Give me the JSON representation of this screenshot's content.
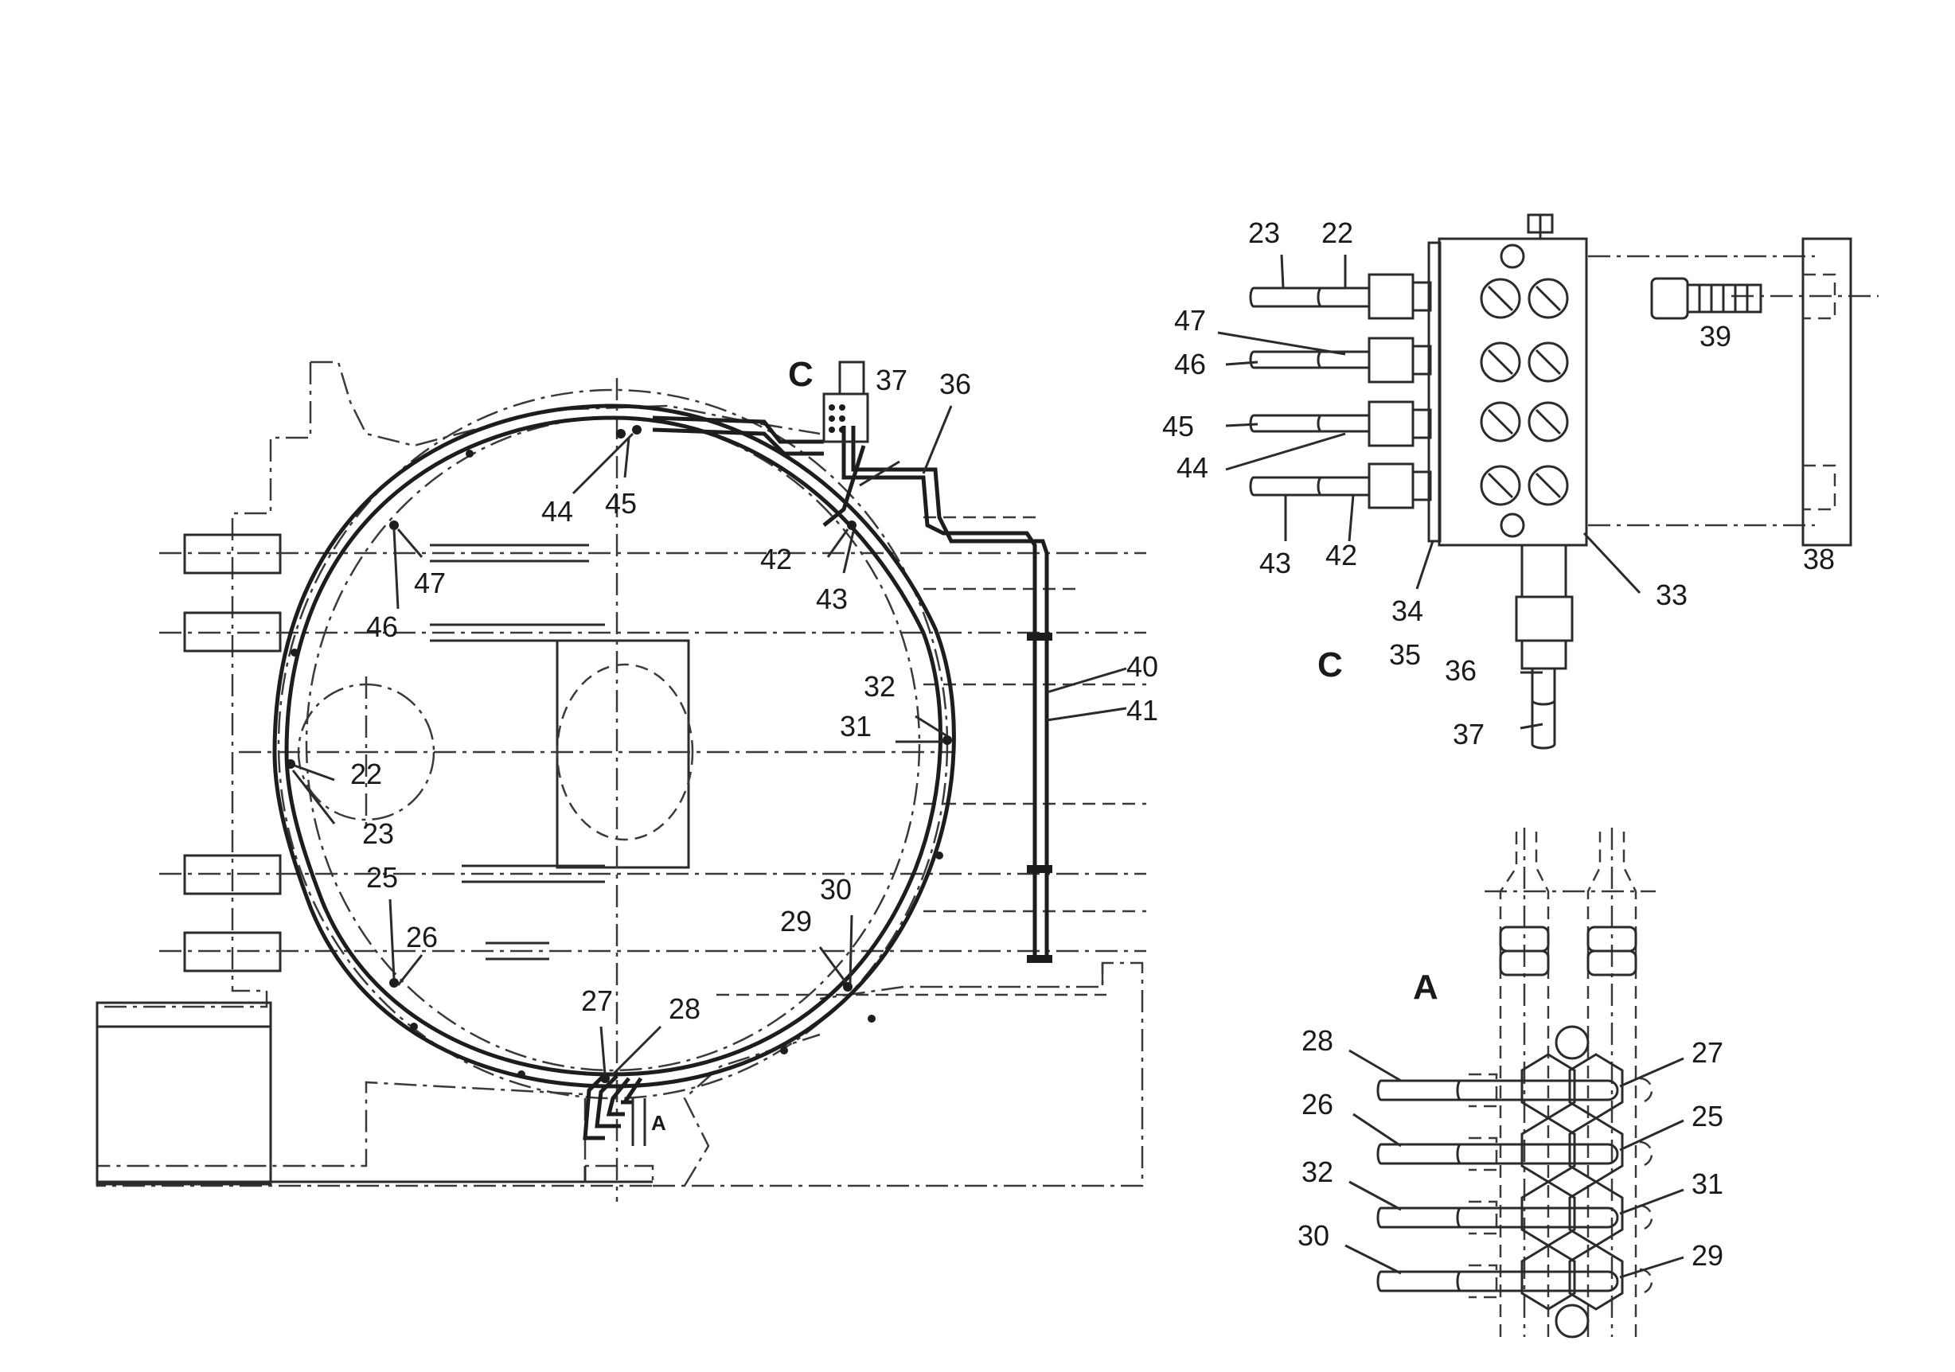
{
  "views": {
    "view_c_marker": "C",
    "view_a_marker": "A",
    "detail_c_title": "C",
    "detail_a_title": "A"
  },
  "callouts": {
    "c22": "22",
    "c23": "23",
    "c25": "25",
    "c26": "26",
    "c27": "27",
    "c28": "28",
    "c29": "29",
    "c30": "30",
    "c31": "31",
    "c32": "32",
    "c33": "33",
    "c34": "34",
    "c35": "35",
    "c36": "36",
    "c37": "37",
    "c38": "38",
    "c39": "39",
    "c40": "40",
    "c41": "41",
    "c42": "42",
    "c43": "43",
    "c44": "44",
    "c45": "45",
    "c46": "46",
    "c47": "47"
  }
}
